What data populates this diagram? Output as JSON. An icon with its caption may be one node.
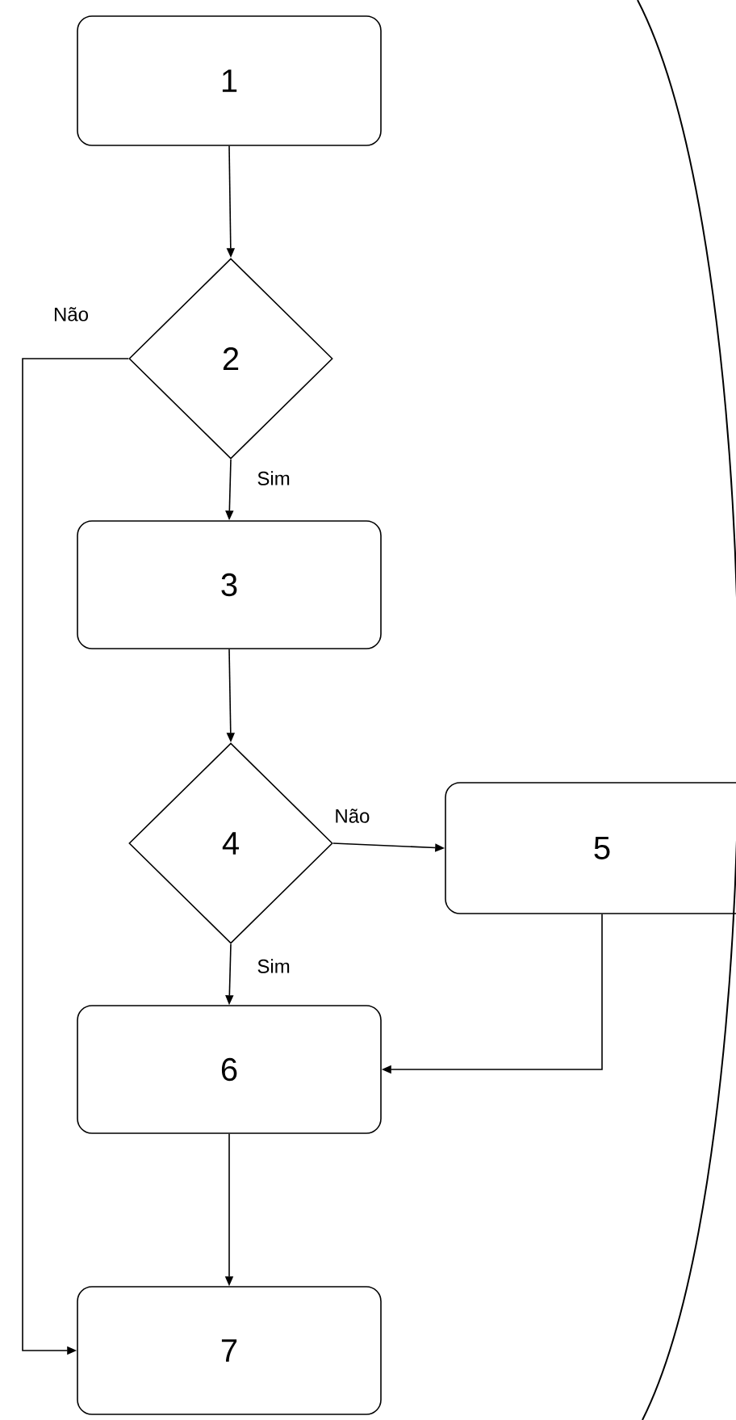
{
  "diagram": {
    "nodes": [
      {
        "text": [
          "1"
        ]
      },
      {
        "text": [
          "2"
        ]
      },
      {
        "text": [
          "3"
        ]
      },
      {
        "text": [
          "4"
        ]
      },
      {
        "text": [
          "5"
        ]
      },
      {
        "text": [
          "6"
        ]
      },
      {
        "text": [
          "7"
        ]
      }
    ],
    "edges": [
      {
        "from": 0,
        "to": 1,
        "arrow": "to"
      },
      {
        "from": 1,
        "to": 2,
        "arrow": "to",
        "label": "Sim"
      },
      {
        "from": 1,
        "to": 6,
        "arrow": "to",
        "label": "Não"
      },
      {
        "from": 2,
        "to": 3,
        "arrow": "to"
      },
      {
        "from": 3,
        "to": 4,
        "arrow": "to",
        "label": "Não"
      },
      {
        "from": 3,
        "to": 5,
        "arrow": "to",
        "label": "Sim"
      },
      {
        "from": 4,
        "to": 5,
        "arrow": "to"
      },
      {
        "from": 5,
        "to": 6,
        "arrow": "to"
      }
    ]
  }
}
